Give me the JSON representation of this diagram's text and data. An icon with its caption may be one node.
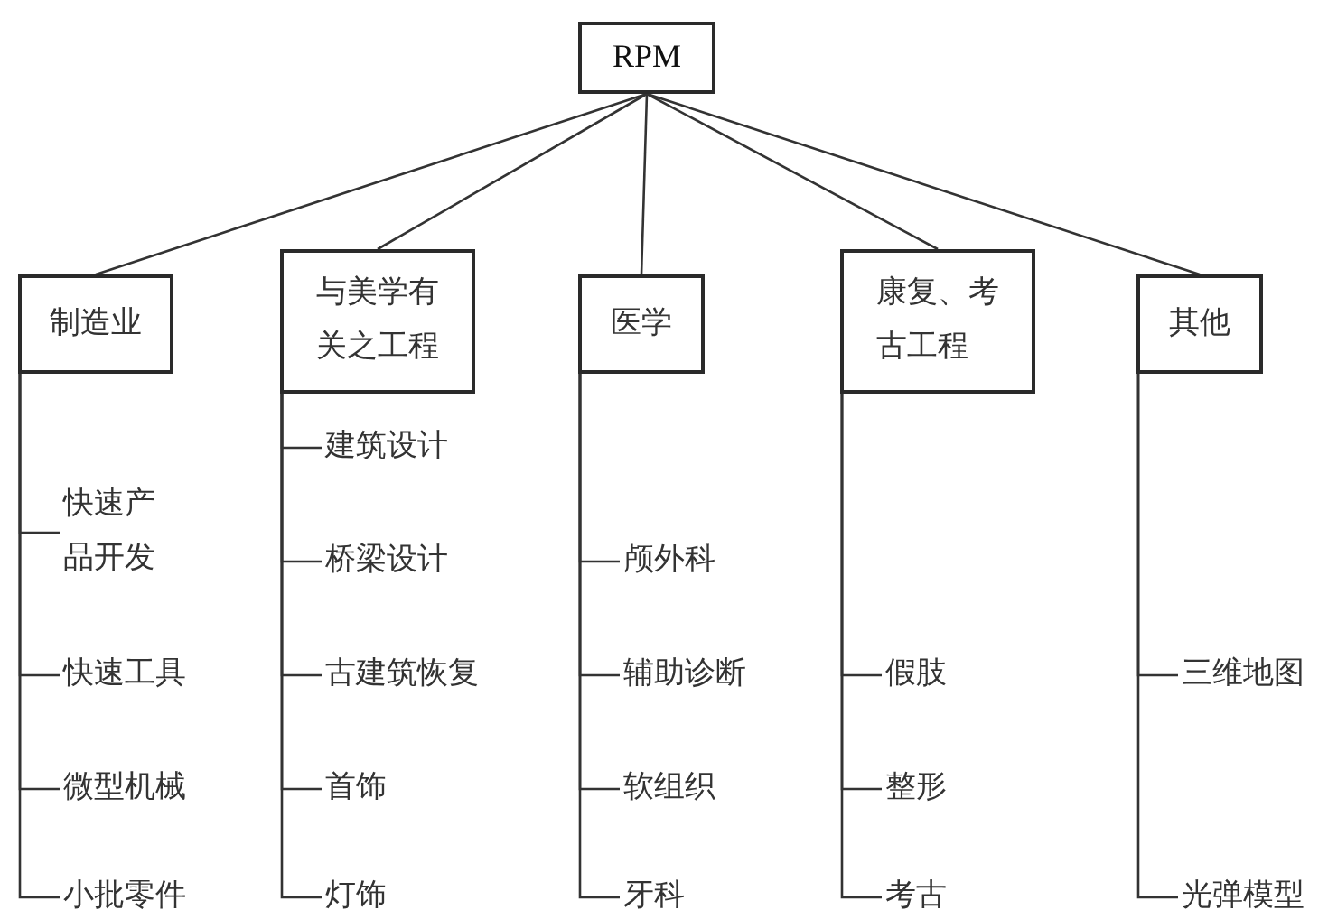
{
  "diagram": {
    "nodes": [
      {
        "text": [
          "RPM"
        ]
      },
      {
        "text": [
          "制造业"
        ]
      },
      {
        "text": [
          "与美学有关之工程"
        ]
      },
      {
        "text": [
          "医学"
        ]
      },
      {
        "text": [
          "康复、考古工程"
        ]
      },
      {
        "text": [
          "其他"
        ]
      },
      {
        "text": [
          "快速产品开发"
        ]
      },
      {
        "text": [
          "快速工具"
        ]
      },
      {
        "text": [
          "微型机械"
        ]
      },
      {
        "text": [
          "小批零件"
        ]
      },
      {
        "text": [
          "建筑设计"
        ]
      },
      {
        "text": [
          "桥梁设计"
        ]
      },
      {
        "text": [
          "古建筑恢复"
        ]
      },
      {
        "text": [
          "首饰"
        ]
      },
      {
        "text": [
          "灯饰"
        ]
      },
      {
        "text": [
          "颅外科"
        ]
      },
      {
        "text": [
          "辅助诊断"
        ]
      },
      {
        "text": [
          "软组织"
        ]
      },
      {
        "text": [
          "牙科"
        ]
      },
      {
        "text": [
          "假肢"
        ]
      },
      {
        "text": [
          "整形"
        ]
      },
      {
        "text": [
          "考古"
        ]
      },
      {
        "text": [
          "三维地图"
        ]
      },
      {
        "text": [
          "光弹模型"
        ]
      }
    ],
    "edges": [
      {
        "from": 0,
        "to": 1,
        "arrow": "none"
      },
      {
        "from": 0,
        "to": 2,
        "arrow": "none"
      },
      {
        "from": 0,
        "to": 3,
        "arrow": "none"
      },
      {
        "from": 0,
        "to": 4,
        "arrow": "none"
      },
      {
        "from": 0,
        "to": 5,
        "arrow": "none"
      },
      {
        "from": 1,
        "to": 6,
        "arrow": "none"
      },
      {
        "from": 1,
        "to": 7,
        "arrow": "none"
      },
      {
        "from": 1,
        "to": 8,
        "arrow": "none"
      },
      {
        "from": 1,
        "to": 9,
        "arrow": "none"
      },
      {
        "from": 2,
        "to": 10,
        "arrow": "none"
      },
      {
        "from": 2,
        "to": 11,
        "arrow": "none"
      },
      {
        "from": 2,
        "to": 12,
        "arrow": "none"
      },
      {
        "from": 2,
        "to": 13,
        "arrow": "none"
      },
      {
        "from": 2,
        "to": 14,
        "arrow": "none"
      },
      {
        "from": 3,
        "to": 15,
        "arrow": "none"
      },
      {
        "from": 3,
        "to": 16,
        "arrow": "none"
      },
      {
        "from": 3,
        "to": 17,
        "arrow": "none"
      },
      {
        "from": 3,
        "to": 18,
        "arrow": "none"
      },
      {
        "from": 4,
        "to": 19,
        "arrow": "none"
      },
      {
        "from": 4,
        "to": 20,
        "arrow": "none"
      },
      {
        "from": 4,
        "to": 21,
        "arrow": "none"
      },
      {
        "from": 5,
        "to": 22,
        "arrow": "none"
      },
      {
        "from": 5,
        "to": 23,
        "arrow": "none"
      }
    ]
  }
}
